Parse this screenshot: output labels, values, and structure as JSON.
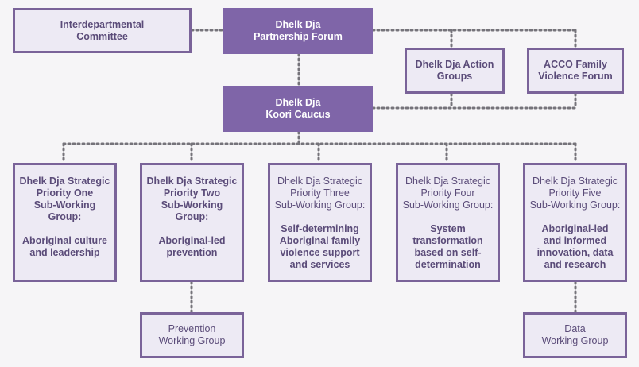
{
  "top_boxes": {
    "interdepartmental_committee": "Interdepartmental\nCommittee",
    "partnership_forum": "Dhelk Dja\nPartnership Forum",
    "action_groups": "Dhelk Dja Action\nGroups",
    "acco_family_violence_forum": "ACCO Family\nViolence Forum",
    "koori_caucus": "Dhelk Dja\nKoori Caucus"
  },
  "sub_working_groups": [
    {
      "heading": "Dhelk Dja Strategic\nPriority One\nSub-Working Group:",
      "focus": "Aboriginal culture\nand leadership",
      "heading_bold": true
    },
    {
      "heading": "Dhelk Dja Strategic\nPriority Two\nSub-Working Group:",
      "focus": "Aboriginal-led\nprevention",
      "heading_bold": true
    },
    {
      "heading": "Dhelk Dja Strategic\nPriority Three\nSub-Working Group:",
      "focus": "Self-determining\nAboriginal family\nviolence support\nand services",
      "heading_bold": false
    },
    {
      "heading": "Dhelk Dja Strategic\nPriority Four\nSub-Working Group:",
      "focus": "System\ntransformation\nbased on self-\ndetermination",
      "heading_bold": false
    },
    {
      "heading": "Dhelk Dja Strategic\nPriority Five\nSub-Working Group:",
      "focus": "Aboriginal-led\nand informed\ninnovation, data\nand research",
      "heading_bold": false
    }
  ],
  "working_groups": {
    "prevention": "Prevention\nWorking Group",
    "data": "Data\nWorking Group"
  },
  "colors": {
    "box_border": "#7a6399",
    "box_fill": "#edeaf4",
    "accent_fill": "#7f65a8",
    "connector": "#75737a"
  }
}
